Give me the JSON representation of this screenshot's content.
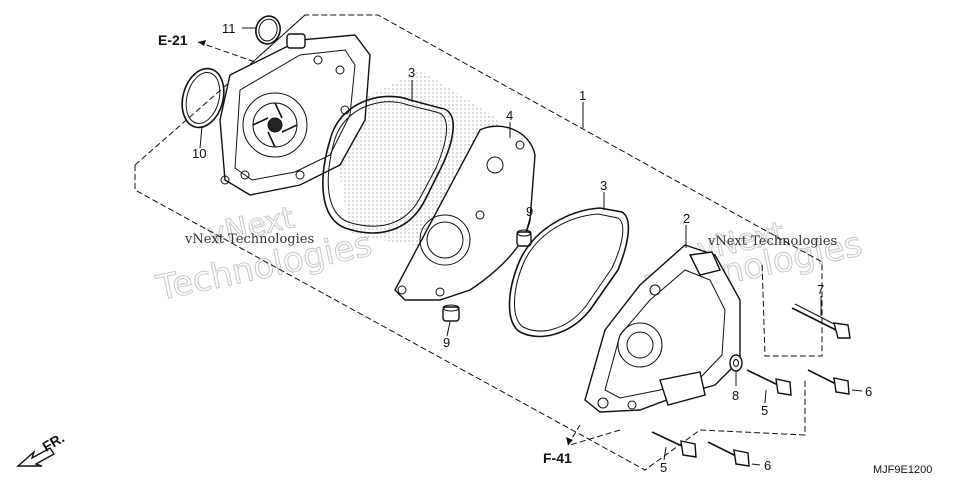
{
  "diagram": {
    "ref_labels": {
      "e21": "E-21",
      "f41": "F-41",
      "front": "FR."
    },
    "part_numbers": {
      "p1": "1",
      "p2": "2",
      "p3a": "3",
      "p3b": "3",
      "p4": "4",
      "p5a": "5",
      "p5b": "5",
      "p6a": "6",
      "p6b": "6",
      "p7": "7",
      "p8": "8",
      "p9a": "9",
      "p9b": "9",
      "p10": "10",
      "p11": "11"
    },
    "figure_code": "MJF9E1200",
    "watermarks": {
      "w1": "vNext Technologies",
      "w2": "Technologies",
      "w3": "vNext",
      "w4": "vNext Technologies",
      "w5": "Technologies"
    }
  }
}
